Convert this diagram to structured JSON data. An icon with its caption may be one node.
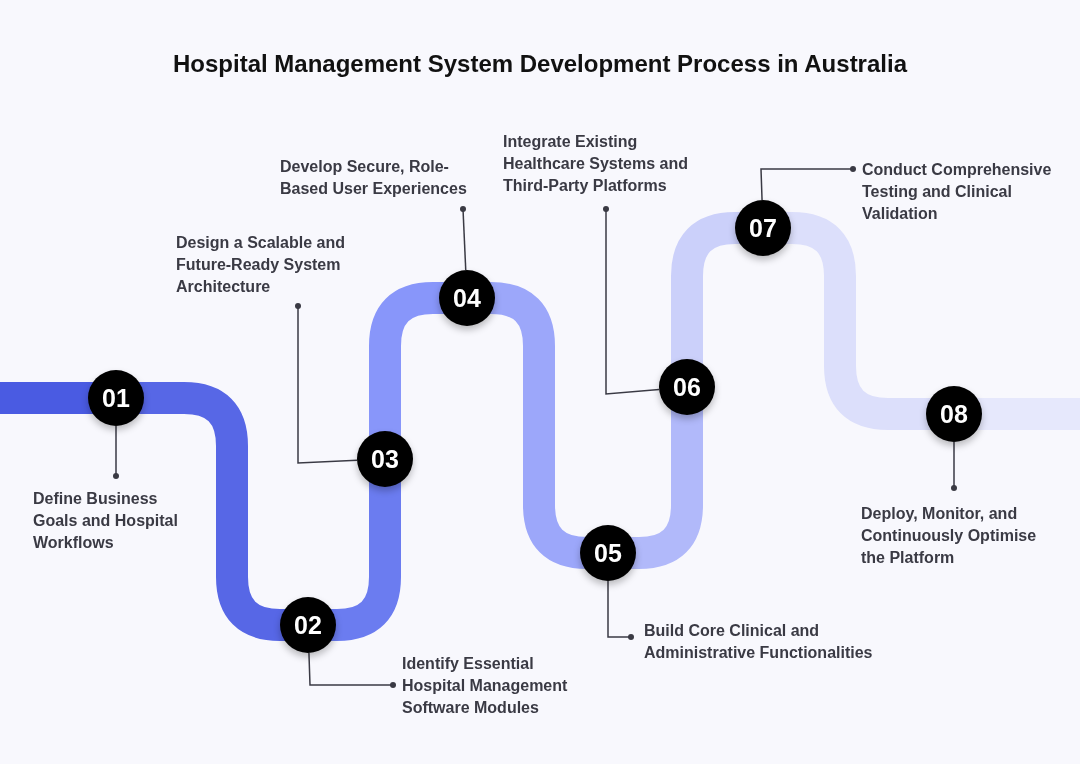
{
  "diagram": {
    "title": "Hospital Management System Development Process in Australia",
    "nodes": [
      {
        "text": [
          "01"
        ]
      },
      {
        "text": [
          "02"
        ]
      },
      {
        "text": [
          "03"
        ]
      },
      {
        "text": [
          "04"
        ]
      },
      {
        "text": [
          "05"
        ]
      },
      {
        "text": [
          "06"
        ]
      },
      {
        "text": [
          "07"
        ]
      },
      {
        "text": [
          "08"
        ]
      },
      {
        "text": [
          "Define Business Goals and Hospital Workflows"
        ]
      },
      {
        "text": [
          "Identify Essential Hospital Management Software Modules"
        ]
      },
      {
        "text": [
          "Design a Scalable and Future-Ready System Architecture"
        ]
      },
      {
        "text": [
          "Develop Secure, Role-Based User Experiences"
        ]
      },
      {
        "text": [
          "Build Core Clinical and Administrative Functionalities"
        ]
      },
      {
        "text": [
          "Integrate Existing Healthcare Systems and Third-Party Platforms"
        ]
      },
      {
        "text": [
          "Conduct Comprehensive Testing and Clinical Validation"
        ]
      },
      {
        "text": [
          "Deploy, Monitor, and Continuously Optimise the Platform"
        ]
      }
    ],
    "edges": [
      {
        "from": null,
        "to": 0,
        "arrow": "none",
        "color": "#4a5be2"
      },
      {
        "from": 0,
        "to": 1,
        "arrow": "none",
        "color": "#5767e6"
      },
      {
        "from": 1,
        "to": 2,
        "arrow": "none",
        "color": "#6b7cf0"
      },
      {
        "from": 2,
        "to": 3,
        "arrow": "none",
        "color": "#8896fa"
      },
      {
        "from": 3,
        "to": 4,
        "arrow": "none",
        "color": "#9ca7fa"
      },
      {
        "from": 4,
        "to": 5,
        "arrow": "none",
        "color": "#b1b9fa"
      },
      {
        "from": 5,
        "to": 6,
        "arrow": "none",
        "color": "#cbd0fa"
      },
      {
        "from": 6,
        "to": 7,
        "arrow": "none",
        "color": "#dcdffb"
      },
      {
        "from": 7,
        "to": null,
        "arrow": "none",
        "color": "#e6e8fc"
      },
      {
        "from": 8,
        "to": 0,
        "arrow": "other"
      },
      {
        "from": 9,
        "to": 1,
        "arrow": "other"
      },
      {
        "from": 10,
        "to": 2,
        "arrow": "other"
      },
      {
        "from": 11,
        "to": 3,
        "arrow": "other"
      },
      {
        "from": 12,
        "to": 4,
        "arrow": "other"
      },
      {
        "from": 13,
        "to": 5,
        "arrow": "other"
      },
      {
        "from": 14,
        "to": 6,
        "arrow": "other"
      },
      {
        "from": 15,
        "to": 7,
        "arrow": "other"
      }
    ]
  }
}
